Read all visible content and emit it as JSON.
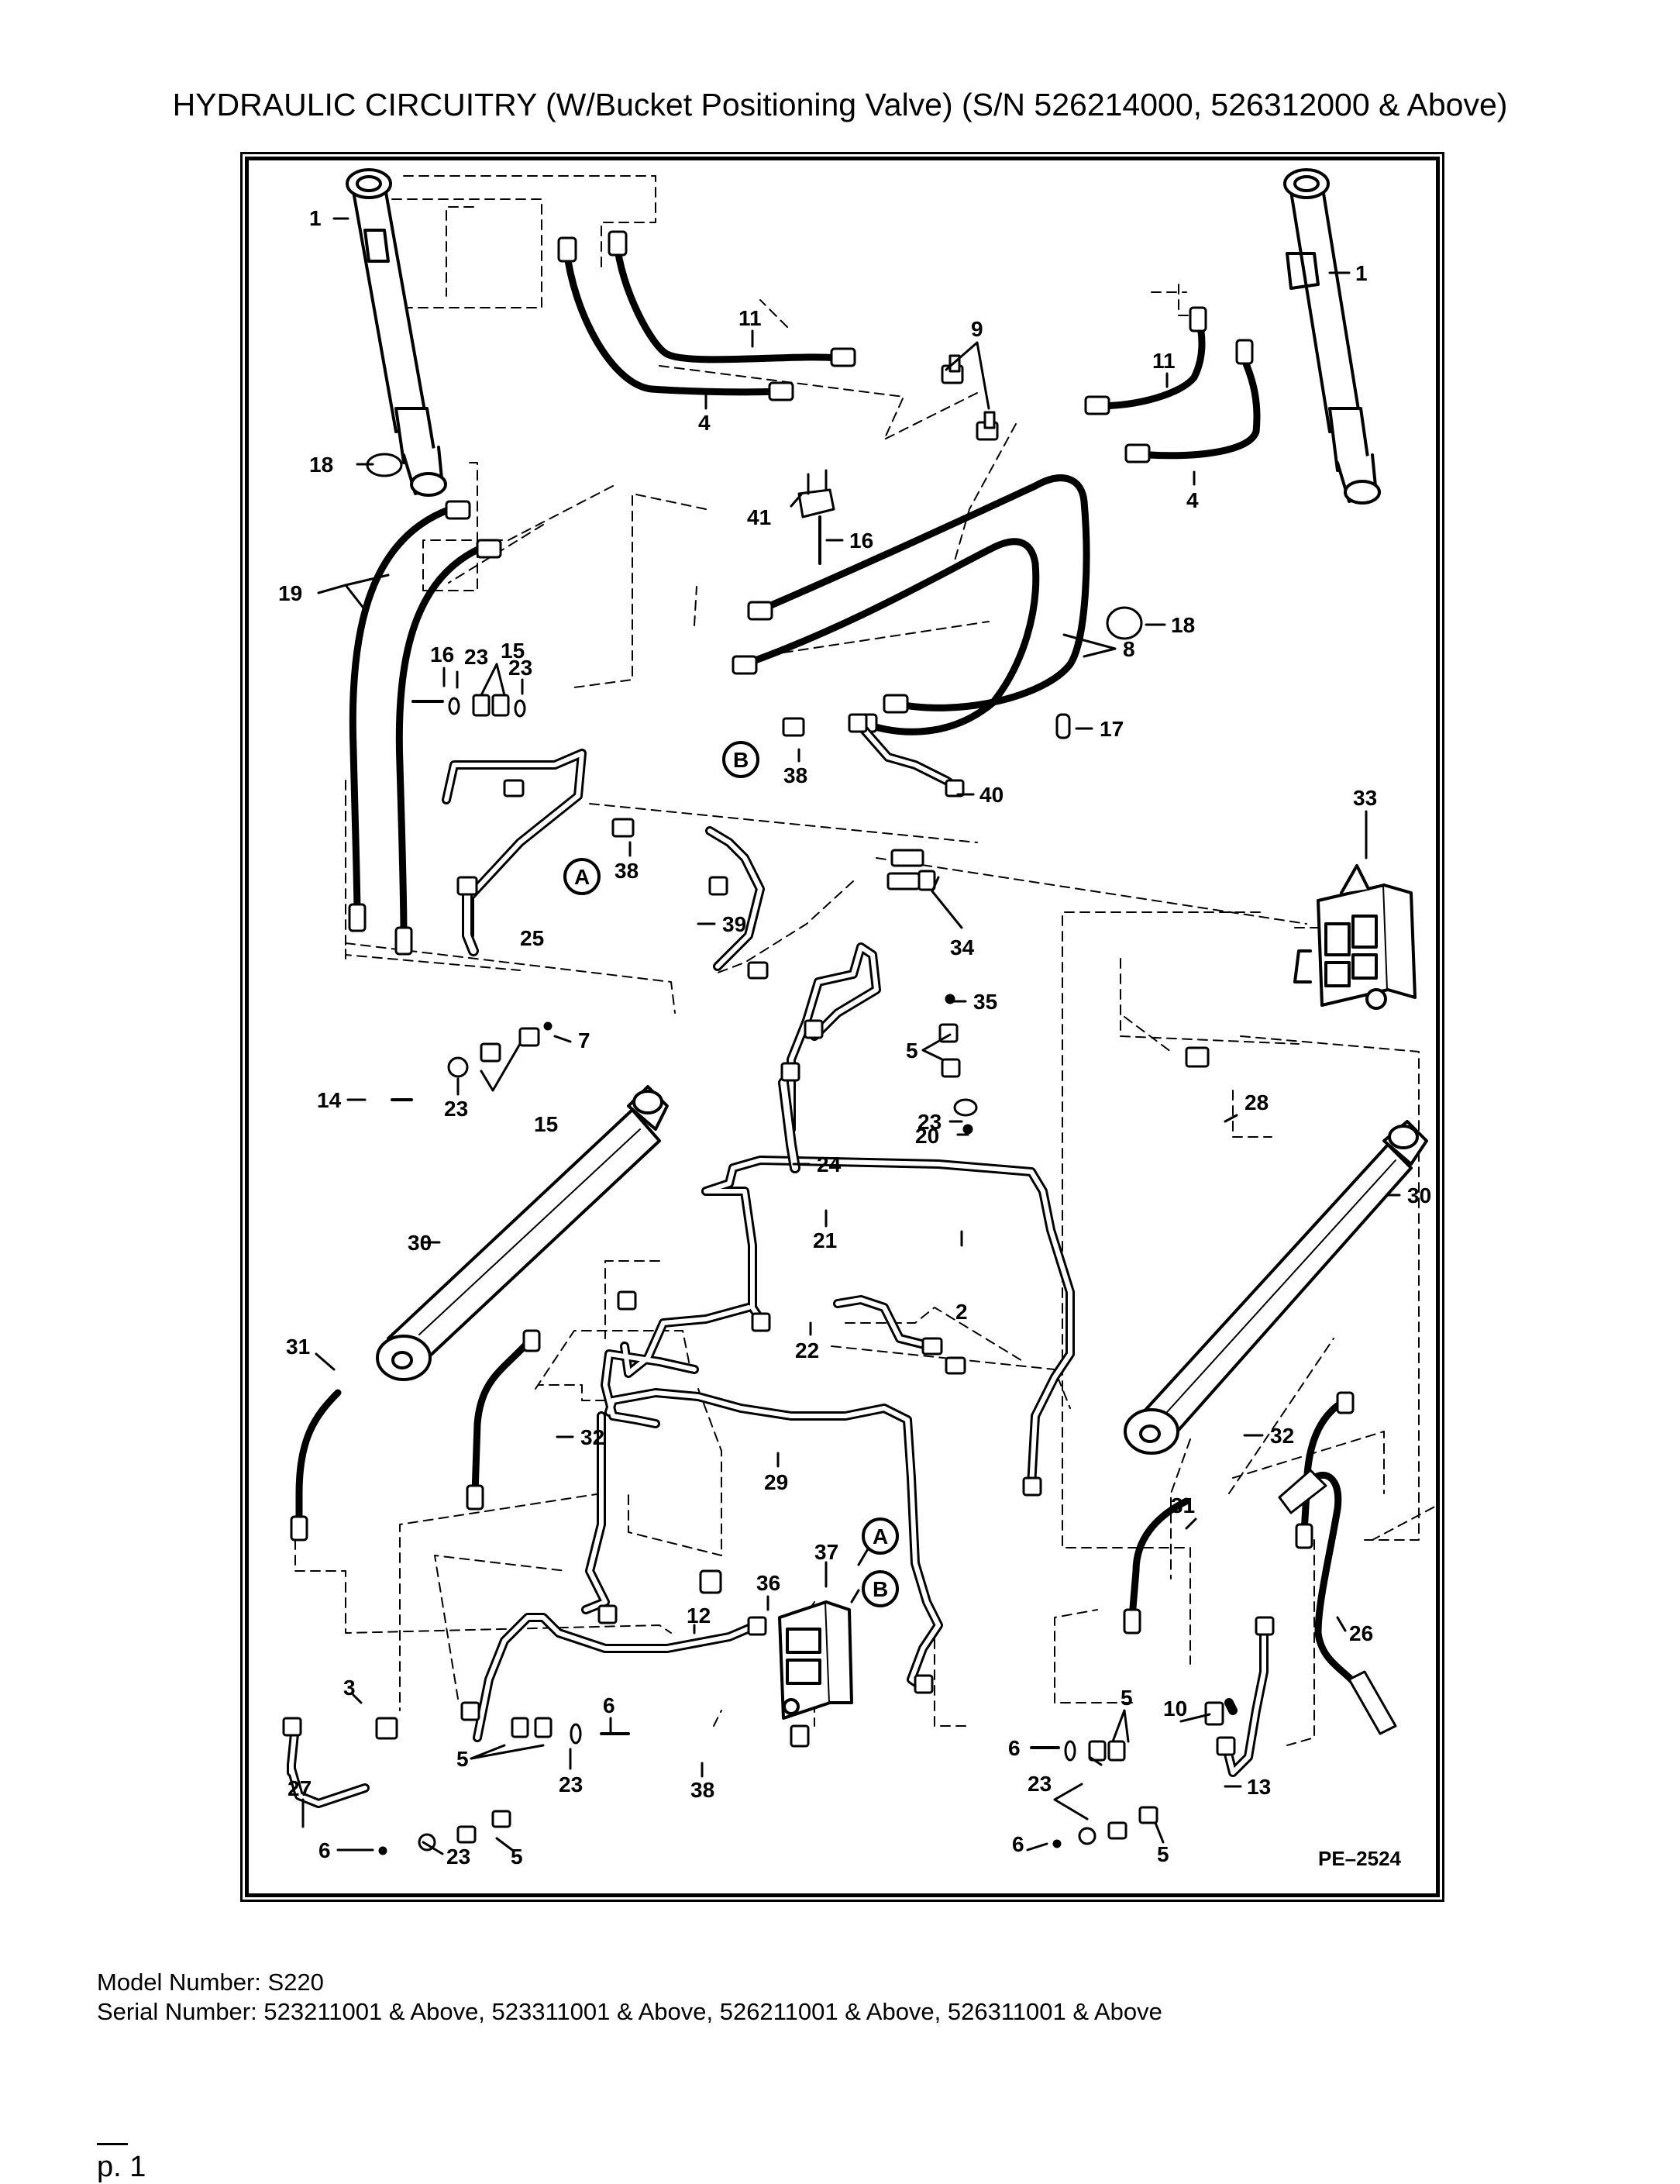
{
  "title": "HYDRAULIC CIRCUITRY (W/Bucket Positioning Valve) (S/N 526214000, 526312000 & Above)",
  "drawing_code": "PE–2524",
  "model_line": "Model Number: S220",
  "serial_line": "Serial Number: 523211001 & Above, 523311001 & Above, 526211001 & Above, 526311001 & Above",
  "page_label": "p. 1",
  "callouts": [
    {
      "id": "c1a",
      "text": "1"
    },
    {
      "id": "c1b",
      "text": "1"
    },
    {
      "id": "c11a",
      "text": "11"
    },
    {
      "id": "c11b",
      "text": "11"
    },
    {
      "id": "c9",
      "text": "9"
    },
    {
      "id": "c4a",
      "text": "4"
    },
    {
      "id": "c4b",
      "text": "4"
    },
    {
      "id": "c18a",
      "text": "18"
    },
    {
      "id": "c18b",
      "text": "18"
    },
    {
      "id": "c41",
      "text": "41"
    },
    {
      "id": "c16a",
      "text": "16"
    },
    {
      "id": "c19",
      "text": "19"
    },
    {
      "id": "c8",
      "text": "8"
    },
    {
      "id": "c16b",
      "text": "16"
    },
    {
      "id": "c23a",
      "text": "23"
    },
    {
      "id": "c15a",
      "text": "15"
    },
    {
      "id": "c23b",
      "text": "23"
    },
    {
      "id": "c17",
      "text": "17"
    },
    {
      "id": "cB1",
      "text": "B"
    },
    {
      "id": "c38a",
      "text": "38"
    },
    {
      "id": "c40",
      "text": "40"
    },
    {
      "id": "c33",
      "text": "33"
    },
    {
      "id": "cA1",
      "text": "A"
    },
    {
      "id": "c38b",
      "text": "38"
    },
    {
      "id": "c39",
      "text": "39"
    },
    {
      "id": "c25",
      "text": "25"
    },
    {
      "id": "c34",
      "text": "34"
    },
    {
      "id": "c35",
      "text": "35"
    },
    {
      "id": "c7",
      "text": "7"
    },
    {
      "id": "c14",
      "text": "14"
    },
    {
      "id": "c23c",
      "text": "23"
    },
    {
      "id": "c15b",
      "text": "15"
    },
    {
      "id": "c5a",
      "text": "5"
    },
    {
      "id": "c24",
      "text": "24"
    },
    {
      "id": "c28",
      "text": "28"
    },
    {
      "id": "c23d",
      "text": "23"
    },
    {
      "id": "c20",
      "text": "20"
    },
    {
      "id": "c21",
      "text": "21"
    },
    {
      "id": "c30a",
      "text": "30"
    },
    {
      "id": "c30b",
      "text": "30"
    },
    {
      "id": "c2",
      "text": "2"
    },
    {
      "id": "c22",
      "text": "22"
    },
    {
      "id": "c31a",
      "text": "31"
    },
    {
      "id": "c32a",
      "text": "32"
    },
    {
      "id": "c32b",
      "text": "32"
    },
    {
      "id": "c29",
      "text": "29"
    },
    {
      "id": "c31b",
      "text": "31"
    },
    {
      "id": "c37",
      "text": "37"
    },
    {
      "id": "cA2",
      "text": "A"
    },
    {
      "id": "c36",
      "text": "36"
    },
    {
      "id": "cB2",
      "text": "B"
    },
    {
      "id": "c12",
      "text": "12"
    },
    {
      "id": "c26",
      "text": "26"
    },
    {
      "id": "c10",
      "text": "10"
    },
    {
      "id": "c5b",
      "text": "5"
    },
    {
      "id": "c3",
      "text": "3"
    },
    {
      "id": "c6a",
      "text": "6"
    },
    {
      "id": "c5c",
      "text": "5"
    },
    {
      "id": "c23e",
      "text": "23"
    },
    {
      "id": "c38c",
      "text": "38"
    },
    {
      "id": "c6b",
      "text": "6"
    },
    {
      "id": "c23f",
      "text": "23"
    },
    {
      "id": "c13",
      "text": "13"
    },
    {
      "id": "c27",
      "text": "27"
    },
    {
      "id": "c6c",
      "text": "6"
    },
    {
      "id": "c23g",
      "text": "23"
    },
    {
      "id": "c5d",
      "text": "5"
    },
    {
      "id": "c6d",
      "text": "6"
    },
    {
      "id": "c5e",
      "text": "5"
    }
  ]
}
